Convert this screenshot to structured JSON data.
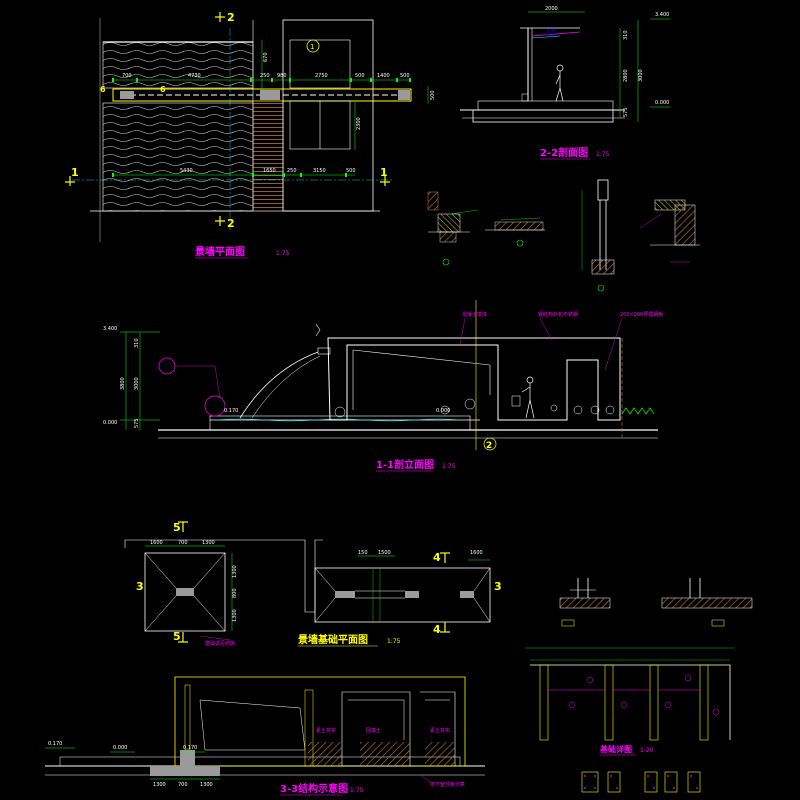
{
  "colors": {
    "background": "#000000",
    "line": "#ffffff",
    "wall": "#ffff00",
    "dimension": "#00ff00",
    "axis": "#00ffff",
    "annotation": "#ff00ff",
    "water": "#c8c8c8",
    "hatch": "#c08040"
  },
  "plan": {
    "title": "景墙平面图",
    "scale": "1:75",
    "section_mark_top": "2",
    "section_mark_bottom": "2",
    "section_mark_left": "1",
    "section_mark_right": "1",
    "axis_label": "1",
    "dims": [
      "700",
      "4730",
      "250",
      "980",
      "2750",
      "500",
      "1400",
      "500",
      "5430",
      "1650",
      "250",
      "3150",
      "500",
      "2300",
      "670",
      "500"
    ]
  },
  "section22": {
    "title": "2-2剖面图",
    "scale": "1:75",
    "dims": [
      "2000",
      "310",
      "2800",
      "3000",
      "575"
    ],
    "levels": [
      "3.400",
      "0.000"
    ]
  },
  "elevation11": {
    "title": "1-1剖立面图",
    "scale": "1:75",
    "levels": [
      "3.400",
      "0.000"
    ],
    "dims": [
      "310",
      "3000",
      "3800",
      "575",
      "0.170",
      "0.000"
    ],
    "notes": [
      "混凝土墙体",
      "钢结构外包不锈钢",
      "200×200预埋钢板"
    ],
    "axis_mark": "2"
  },
  "foundation": {
    "title": "景墙基础平面图",
    "scale": "1:75",
    "section_marks": [
      "5",
      "5",
      "3",
      "3",
      "4",
      "4"
    ],
    "dims_left": [
      "1600",
      "700",
      "1300",
      "1300",
      "800",
      "1300"
    ],
    "dims_right": [
      "150",
      "1500",
      "1600"
    ],
    "note": "基础详见结施"
  },
  "section33": {
    "title": "3-3结构示意图",
    "scale": "1:75",
    "levels": [
      "0.170",
      "0.000",
      "0.170"
    ],
    "dims": [
      "1300",
      "700",
      "1300"
    ],
    "notes": [
      "素土夯实",
      "回填土",
      "素土夯实",
      "地下室顶板示意"
    ]
  },
  "detail": {
    "title": "基础详图",
    "scale": "1:20"
  }
}
